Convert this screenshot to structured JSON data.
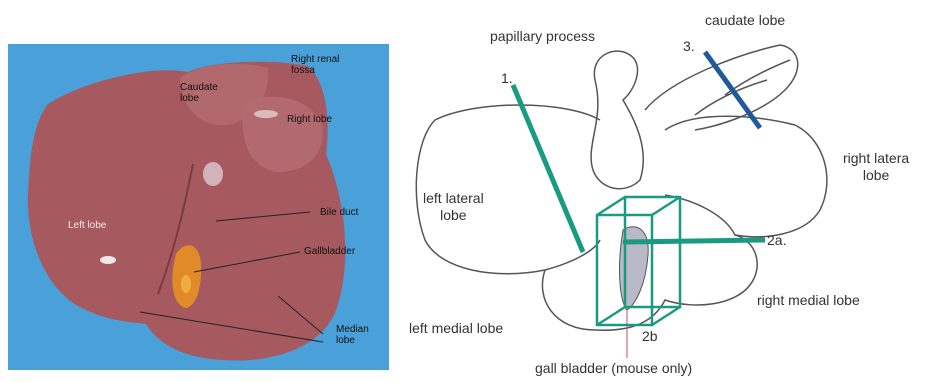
{
  "photo": {
    "labels": {
      "right_renal_fossa": "Right renal\nfossa",
      "caudate_lobe": "Caudate\nlobe",
      "right_lobe": "Right lobe",
      "left_lobe": "Left lobe",
      "bile_duct": "Bile duct",
      "gallbladder": "Gallbladder",
      "median_lobe": "Median\nlobe"
    },
    "colors": {
      "background": "#4aa0d8",
      "liver": "#a65a60",
      "gallbladder": "#e08a2a"
    }
  },
  "diagram": {
    "labels": {
      "papillary_process": "papillary process",
      "caudate_lobe": "caudate lobe",
      "right_lateral_lobe": "right latera\nlobe",
      "left_lateral_lobe": "left lateral\nlobe",
      "right_medial_lobe": "right medial lobe",
      "left_medial_lobe": "left medial lobe",
      "gall_bladder": "gall bladder (mouse only)"
    },
    "markers": {
      "m1": "1.",
      "m2a": "2a.",
      "m2b": "2b",
      "m3": "3."
    },
    "colors": {
      "green_cut": "#1a9a80",
      "blue_cut": "#1f5a9a",
      "outline": "#555555",
      "gallbladder_fill": "#b9b9c7"
    }
  }
}
